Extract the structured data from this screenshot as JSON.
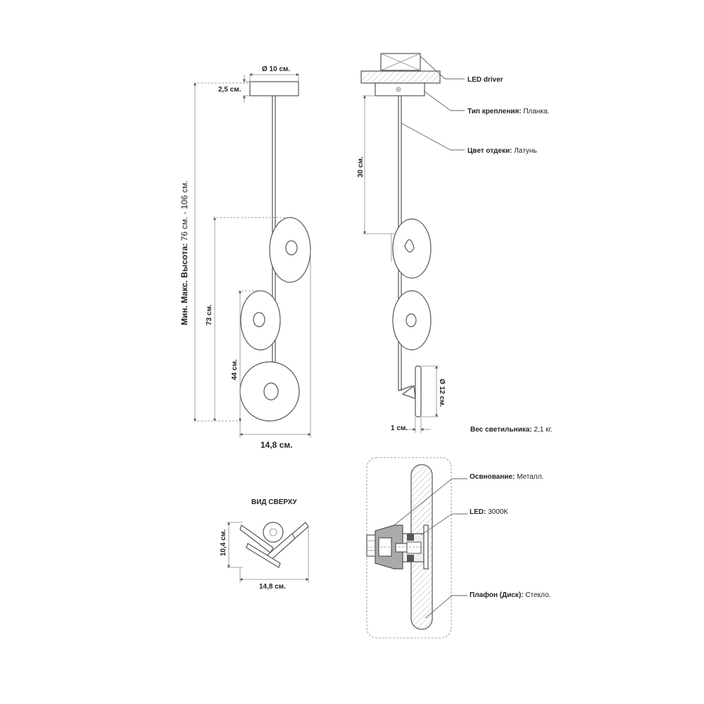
{
  "dimensions": {
    "top_diameter": "Ø 10 см.",
    "canopy_height": "2,5 см.",
    "height_range_bold": "Мин. Макс. Высота:",
    "height_range_value": " 76 см. - 106 см.",
    "height_73": "73 см.",
    "height_44": "44 см.",
    "width_main": "14,8 см.",
    "rod_30": "30 см.",
    "disc_diameter": "Ø 12 см.",
    "disc_thickness": "1 см.",
    "top_view_depth": "10,4 см.",
    "top_view_width": "14,8 см."
  },
  "views": {
    "top_view_title": "ВИД СВЕРХУ"
  },
  "specs": {
    "led_driver": "LED driver",
    "mount_label": "Тип крепления:",
    "mount_value": " Планка.",
    "finish_label": "Цвет отдеки:",
    "finish_value": " Латунь",
    "weight_label": "Вес светильника:",
    "weight_value": " 2,1 кг.",
    "base_label": "Освнование:",
    "base_value": " Металл.",
    "led_label": "LED:",
    "led_value": " 3000K",
    "shade_label": "Плафон (Диск):",
    "shade_value": " Стекло."
  },
  "colors": {
    "line": "#555555",
    "text": "#222222"
  }
}
